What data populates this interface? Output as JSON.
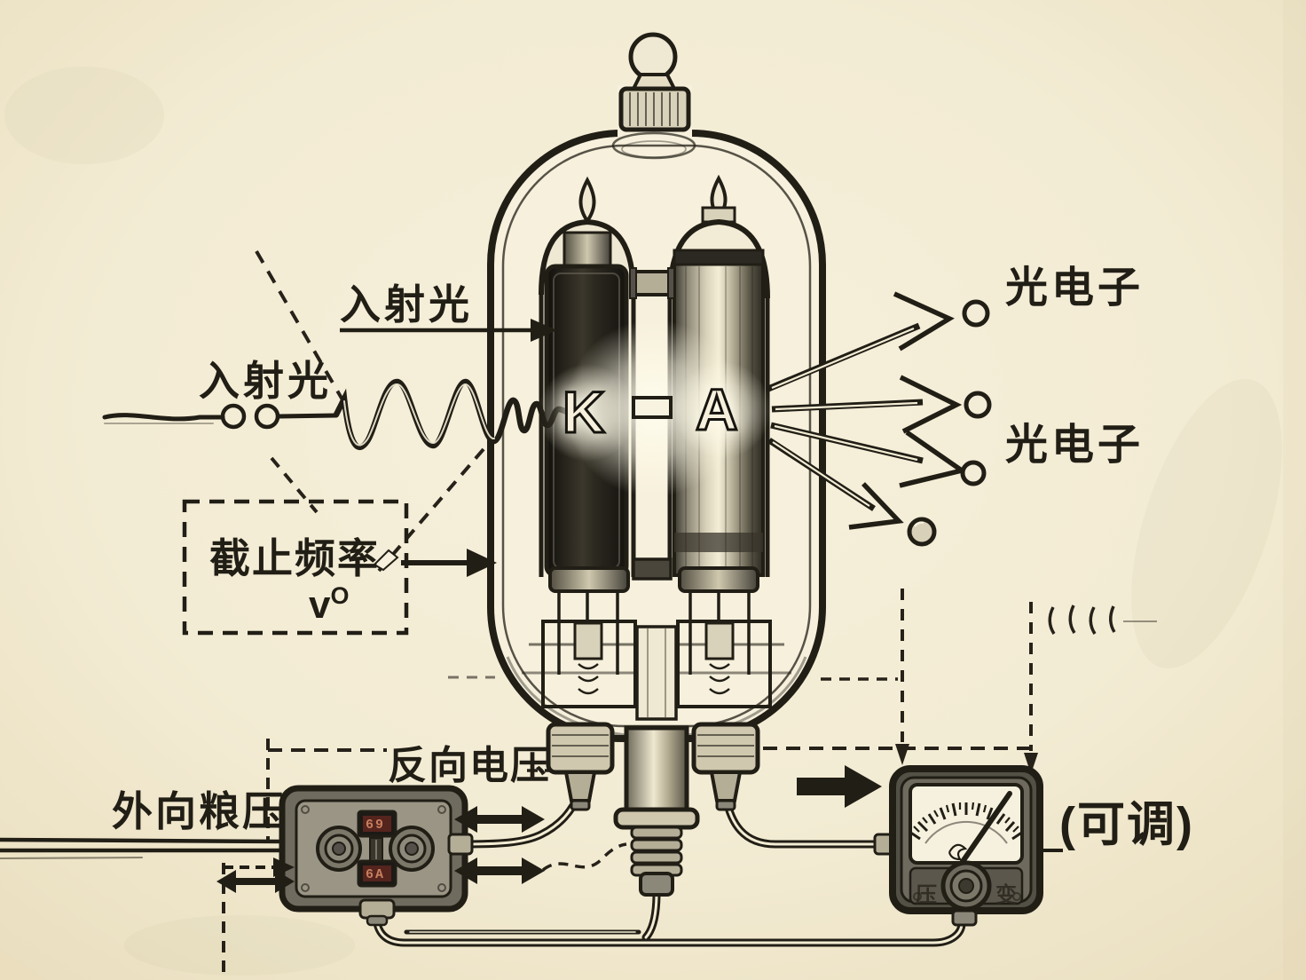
{
  "colors": {
    "paper": "#f3ecd4",
    "paper_edge": "#eadfc0",
    "ink": "#211e16",
    "glass_fill": "#f6f0dc",
    "metal_gray": "#8b8779",
    "panel_gray": "#9a9585",
    "dial_face": "#f6f1de",
    "window_red": "#54241d",
    "window_digit": "#c87f5f",
    "glow": "#fffdf0"
  },
  "tube": {
    "cathode_label": "K",
    "anode_label": "A"
  },
  "labels": {
    "incident_light_top": "入射光",
    "incident_light_left": "入射光",
    "photoelectron_upper": "光电子",
    "photoelectron_lower": "光电子",
    "cutoff_frequency": "截止频率",
    "cutoff_symbol": "v",
    "cutoff_symbol_sup": "O",
    "reverse_voltage": "反向电压",
    "applied_voltage": "外向粮压",
    "adjustable": "(可调)"
  },
  "power_box": {
    "window_top_value": "69",
    "window_bottom_value": "6A"
  },
  "meter": {
    "panel_label_left": "压",
    "panel_label_right": "变"
  }
}
